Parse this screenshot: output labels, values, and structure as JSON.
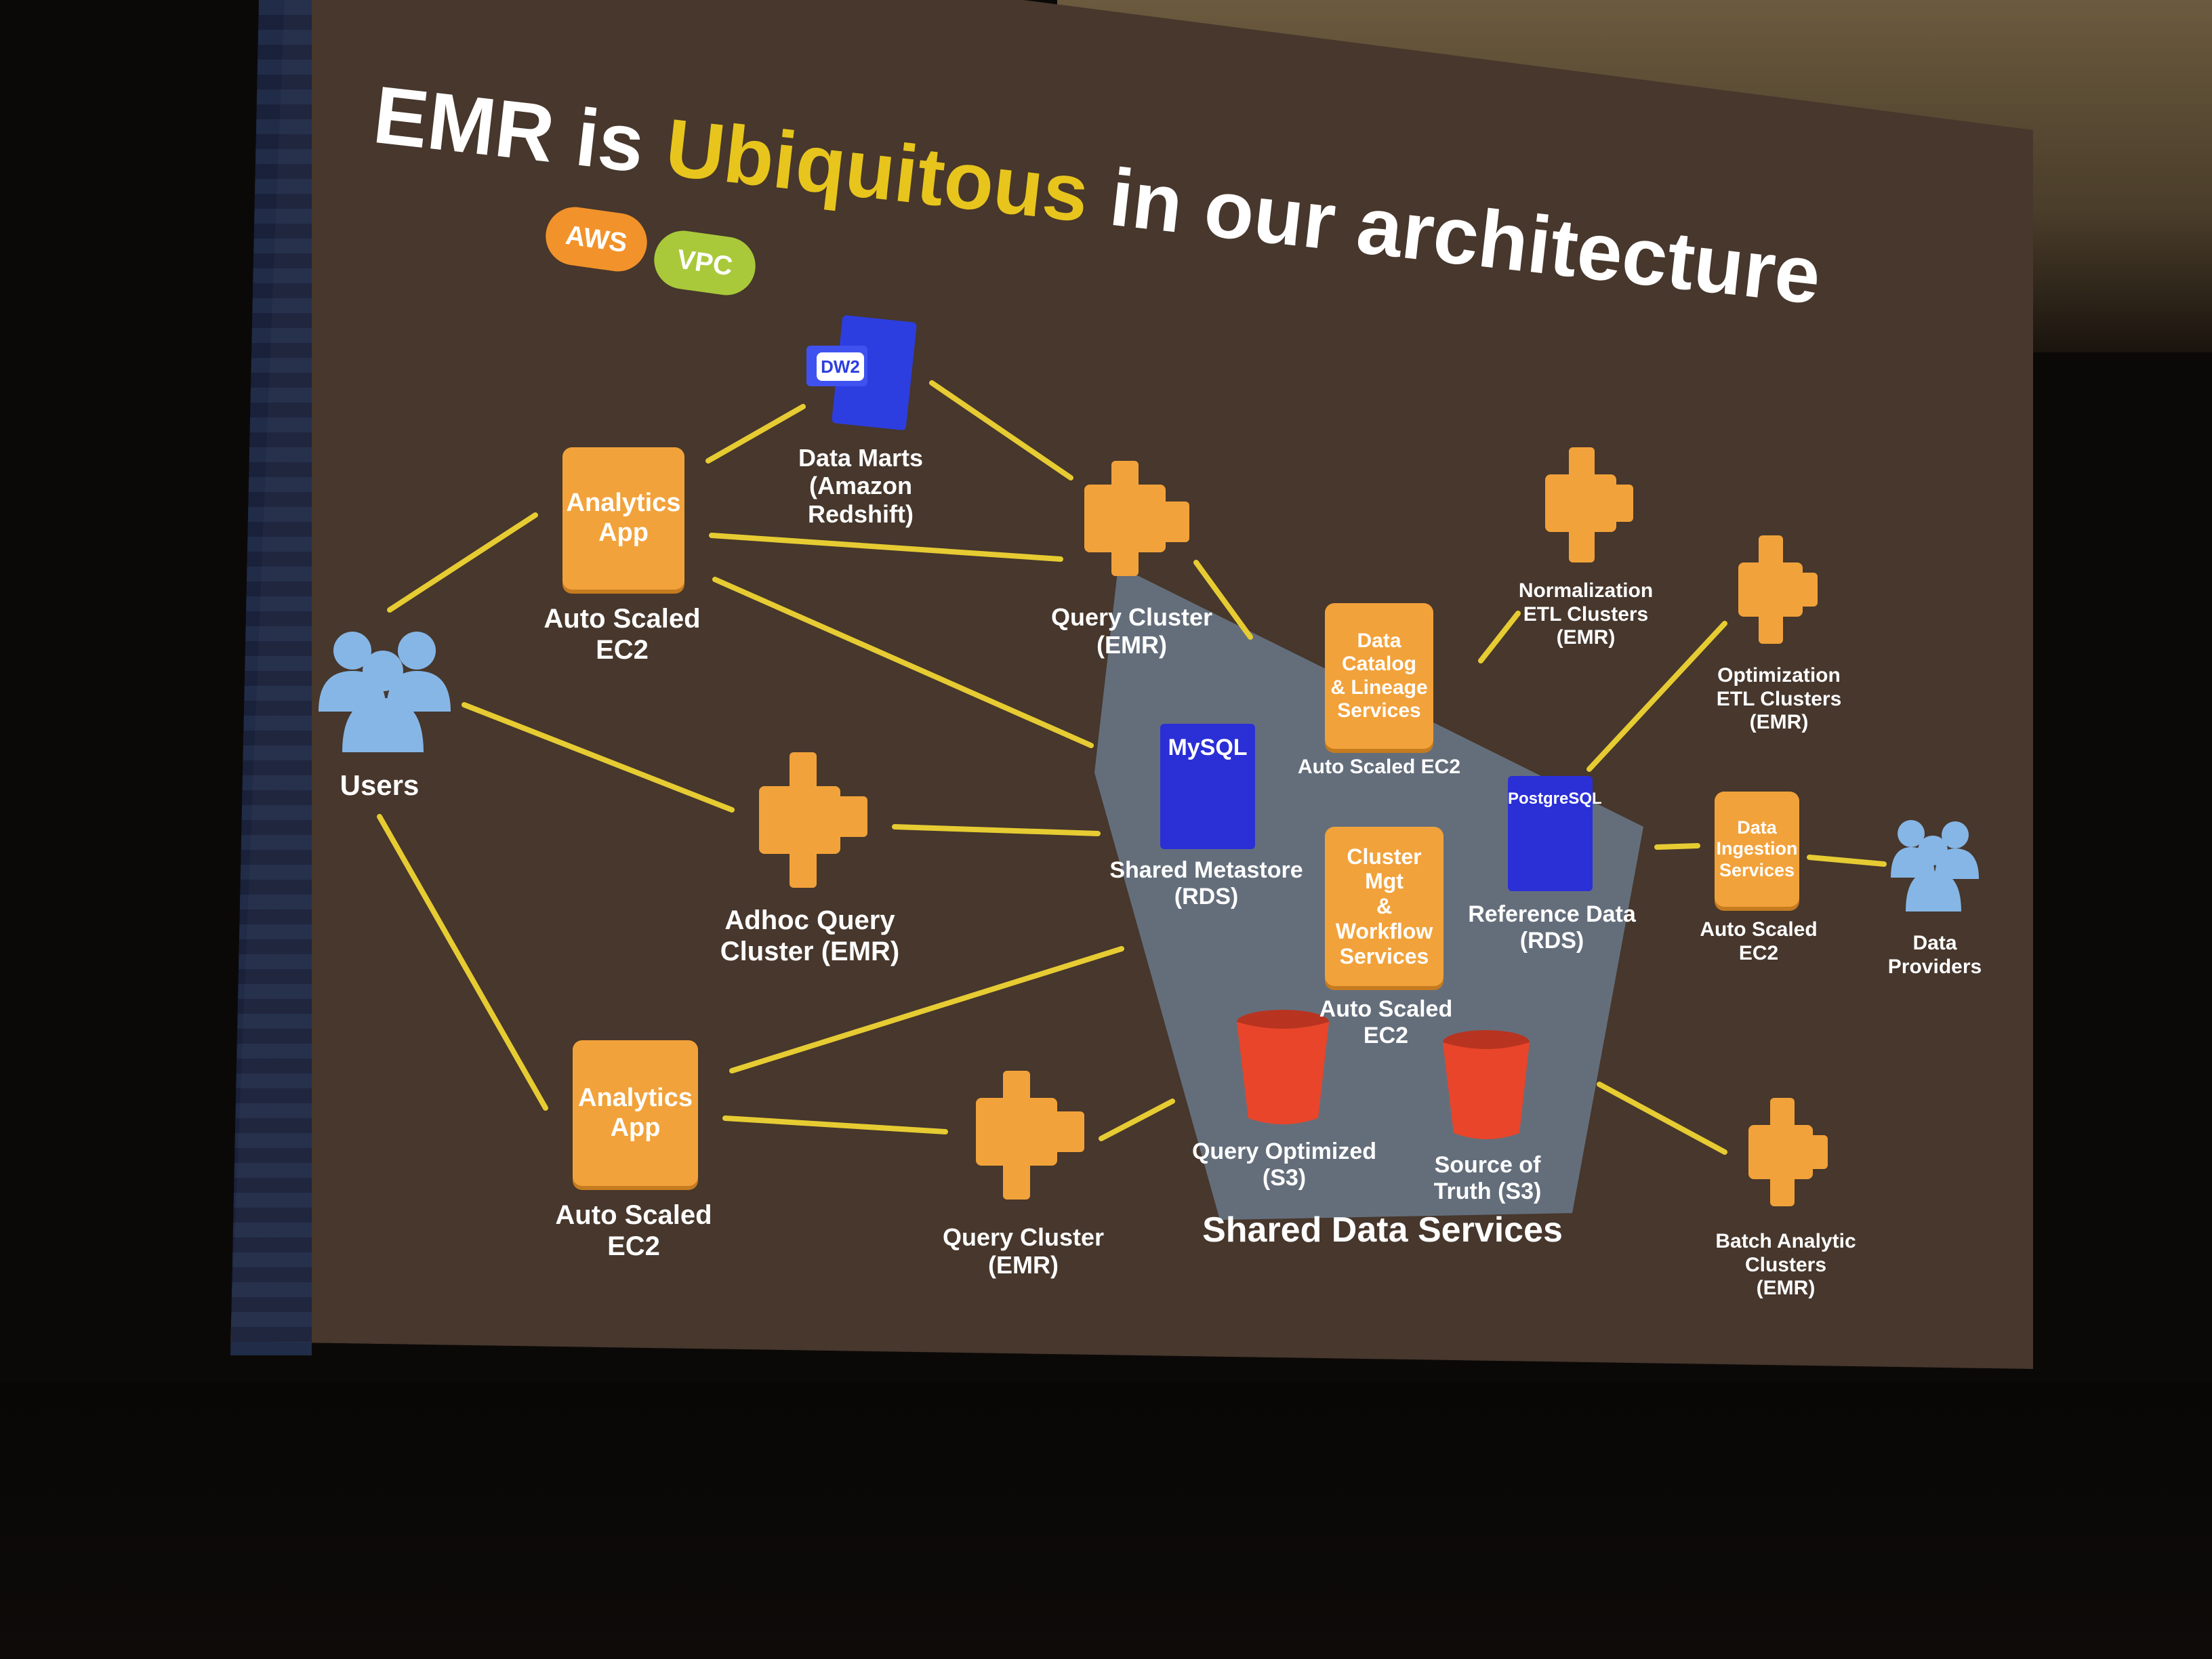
{
  "title": {
    "prefix": "EMR is",
    "highlight": "Ubiquitous",
    "suffix": "in our architecture"
  },
  "badges": {
    "aws": "AWS",
    "vpc": "VPC"
  },
  "colors": {
    "slide_background": "#47372c",
    "connector": "#e6cc32",
    "ec2_orange": "#f2a23a",
    "rds_blue": "#2b2fd6",
    "s3_red": "#e8452a",
    "users_blue": "#86b6e6",
    "dw_blue": "#2d3ee0",
    "title_accent": "#e8c51c",
    "shared_panel": "#6a788a"
  },
  "nodes": {
    "users": {
      "label": "Users",
      "icon": "users-icon"
    },
    "data_marts": {
      "badge": "DW2",
      "label_lines": [
        "Data Marts",
        "(Amazon",
        "Redshift)"
      ],
      "icon": "redshift-icon"
    },
    "analytics_app_top": {
      "box": [
        "Analytics",
        "App"
      ],
      "caption": [
        "Auto Scaled",
        "EC2"
      ]
    },
    "analytics_app_bottom": {
      "box": [
        "Analytics",
        "App"
      ],
      "caption": [
        "Auto Scaled",
        "EC2"
      ]
    },
    "query_cluster_top": {
      "label": [
        "Query Cluster",
        "(EMR)"
      ],
      "icon": "emr-icon"
    },
    "query_cluster_bottom": {
      "label": [
        "Query Cluster",
        "(EMR)"
      ],
      "icon": "emr-icon"
    },
    "adhoc_cluster": {
      "label": [
        "Adhoc Query",
        "Cluster (EMR)"
      ],
      "icon": "emr-icon"
    },
    "normalization_etl": {
      "label": [
        "Normalization",
        "ETL Clusters",
        "(EMR)"
      ],
      "icon": "emr-icon"
    },
    "optimization_etl": {
      "label": [
        "Optimization",
        "ETL Clusters",
        "(EMR)"
      ],
      "icon": "emr-icon"
    },
    "batch_analytic": {
      "label": [
        "Batch Analytic",
        "Clusters",
        "(EMR)"
      ],
      "icon": "emr-icon"
    },
    "data_ingestion": {
      "box": [
        "Data",
        "Ingestion",
        "Services"
      ],
      "caption": [
        "Auto Scaled",
        "EC2"
      ]
    },
    "data_providers": {
      "label": [
        "Data",
        "Providers"
      ],
      "icon": "users-icon"
    }
  },
  "shared": {
    "title": "Shared Data Services",
    "data_catalog": {
      "box": [
        "Data",
        "Catalog",
        "& Lineage",
        "Services"
      ],
      "caption": "Auto Scaled EC2"
    },
    "mysql": {
      "badge": "MySQL",
      "label": [
        "Shared Metastore",
        "(RDS)"
      ]
    },
    "postgres": {
      "badge": "PostgreSQL",
      "label": [
        "Reference Data",
        "(RDS)"
      ]
    },
    "cluster_mgt": {
      "box": [
        "Cluster Mgt",
        "& Workflow",
        "Services"
      ],
      "caption": [
        "Auto Scaled",
        "EC2"
      ]
    },
    "s3_query": {
      "label": [
        "Query Optimized",
        "(S3)"
      ],
      "icon": "s3-bucket-icon"
    },
    "s3_truth": {
      "label": [
        "Source of",
        "Truth (S3)"
      ],
      "icon": "s3-bucket-icon"
    }
  }
}
